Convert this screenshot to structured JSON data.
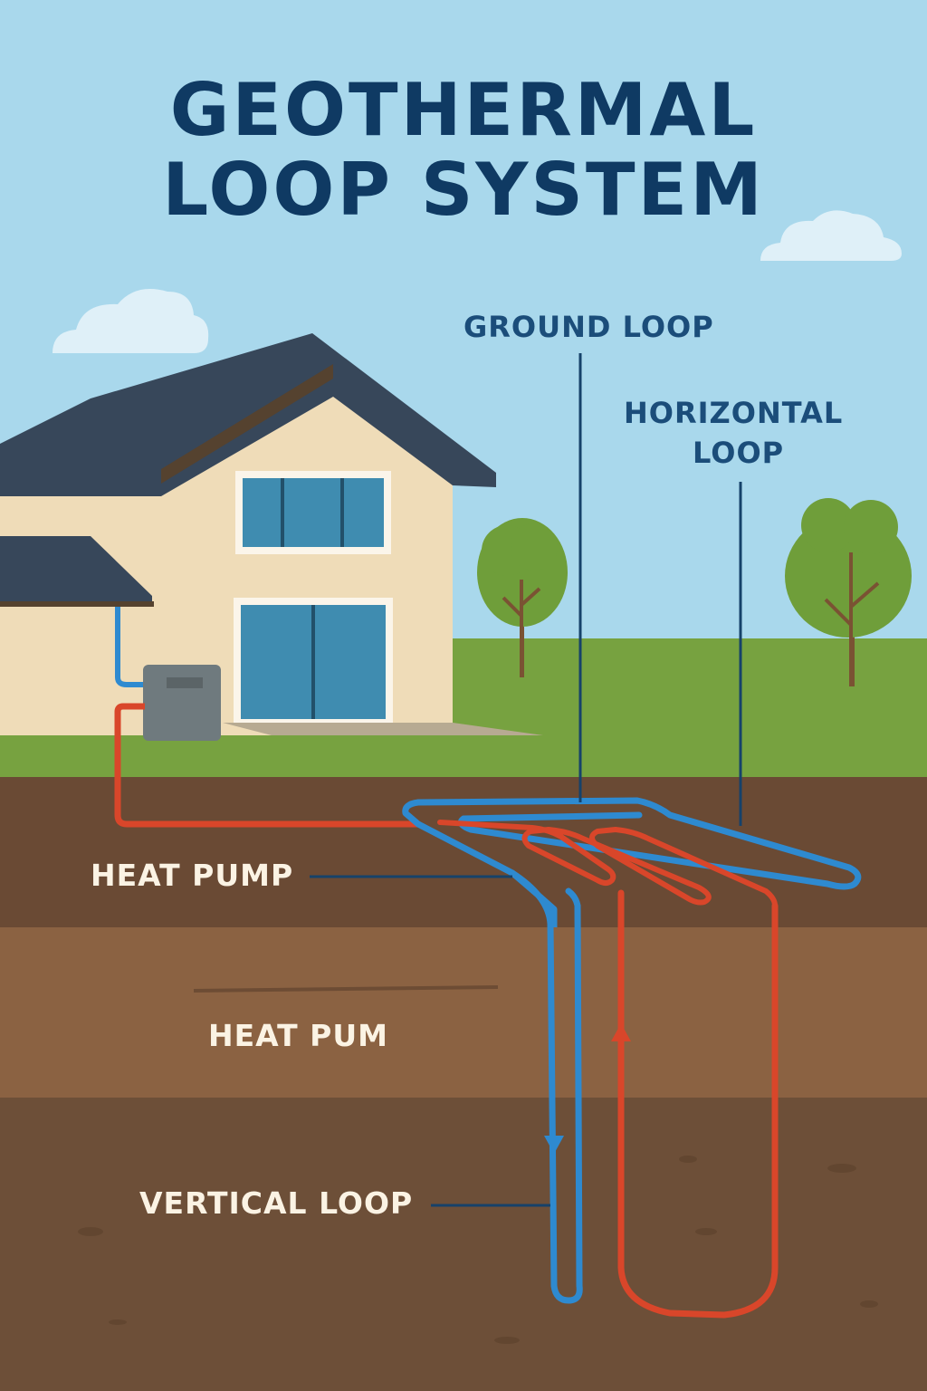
{
  "title": {
    "line1": "GEOTHERMAL",
    "line2": "LOOP SYSTEM"
  },
  "labels": {
    "ground_loop": "GROUND LOOP",
    "horizontal_loop_line1": "HORIZONTAL",
    "horizontal_loop_line2": "LOOP",
    "heat_pump": "HEAT PUMP",
    "heat_pump_faded": "HEAT PUM",
    "vertical_loop": "VERTICAL LOOP"
  },
  "colors": {
    "sky": "#a9d8ec",
    "title": "#0f3a63",
    "grass": "#77a240",
    "soil_top": "#6a4a34",
    "soil_middle": "#8b6242",
    "soil_bottom": "#6d4f38",
    "cold_pipe": "#2e8ad0",
    "warm_pipe": "#d9462a",
    "house_wall": "#efdcb8",
    "roof": "#37475a",
    "window": "#3f8cb0",
    "leader_line": "#16426a"
  },
  "icons": {
    "heat_pump_unit": "outdoor-unit-icon",
    "tree": "tree-icon",
    "cloud": "cloud-icon",
    "flow_arrow": "arrow-icon"
  }
}
